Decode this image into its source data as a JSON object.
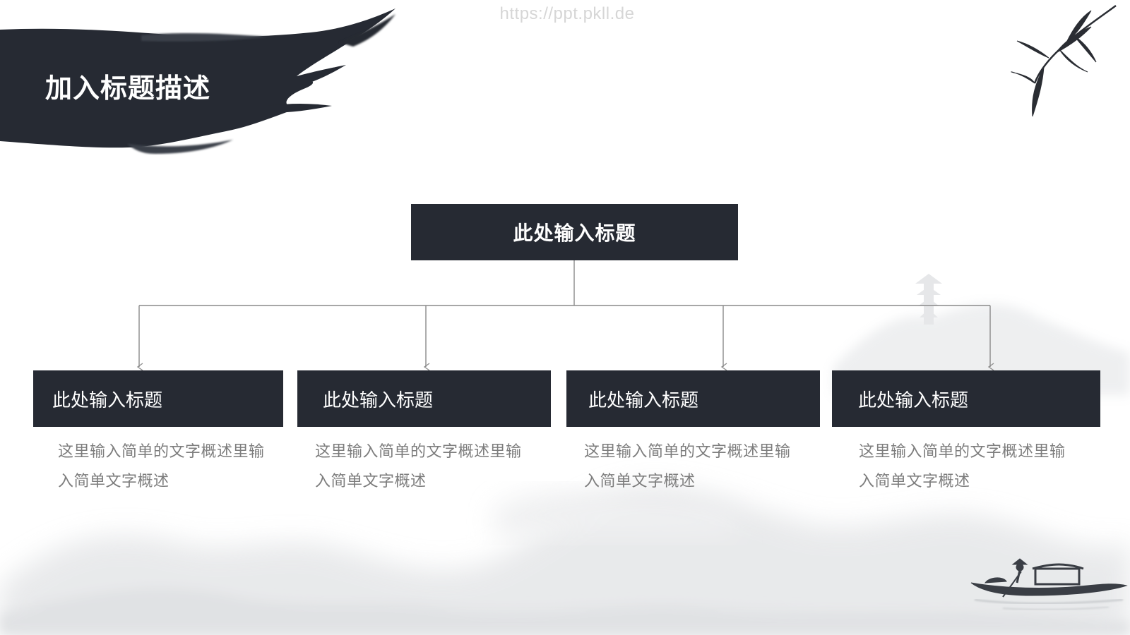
{
  "watermark": "https://ppt.pkll.de",
  "title": "加入标题描述",
  "root": {
    "label": "此处输入标题"
  },
  "children": [
    {
      "label": "此处输入标题",
      "desc_line1": "这里输入简单的文字概述里输",
      "desc_line2": "入简单文字概述"
    },
    {
      "label": "此处输入标题",
      "desc_line1": "这里输入简单的文字概述里输",
      "desc_line2": "入简单文字概述"
    },
    {
      "label": "此处输入标题",
      "desc_line1": "这里输入简单的文字概述里输",
      "desc_line2": "入简单文字概述"
    },
    {
      "label": "此处输入标题",
      "desc_line1": "这里输入简单的文字概述里输",
      "desc_line2": "入简单文字概述"
    }
  ],
  "colors": {
    "box_fill": "#262a33",
    "connector": "#8a8a8a",
    "title_text": "#ffffff",
    "desc_text": "#7d7d7d"
  },
  "icons": {
    "brush_stroke": "ink-brush-stroke-banner",
    "bamboo": "bamboo-branch-ink",
    "boat": "ink-boat-with-fisherman",
    "mountains": "ink-wash-mountains",
    "pagoda": "ink-pagoda"
  }
}
